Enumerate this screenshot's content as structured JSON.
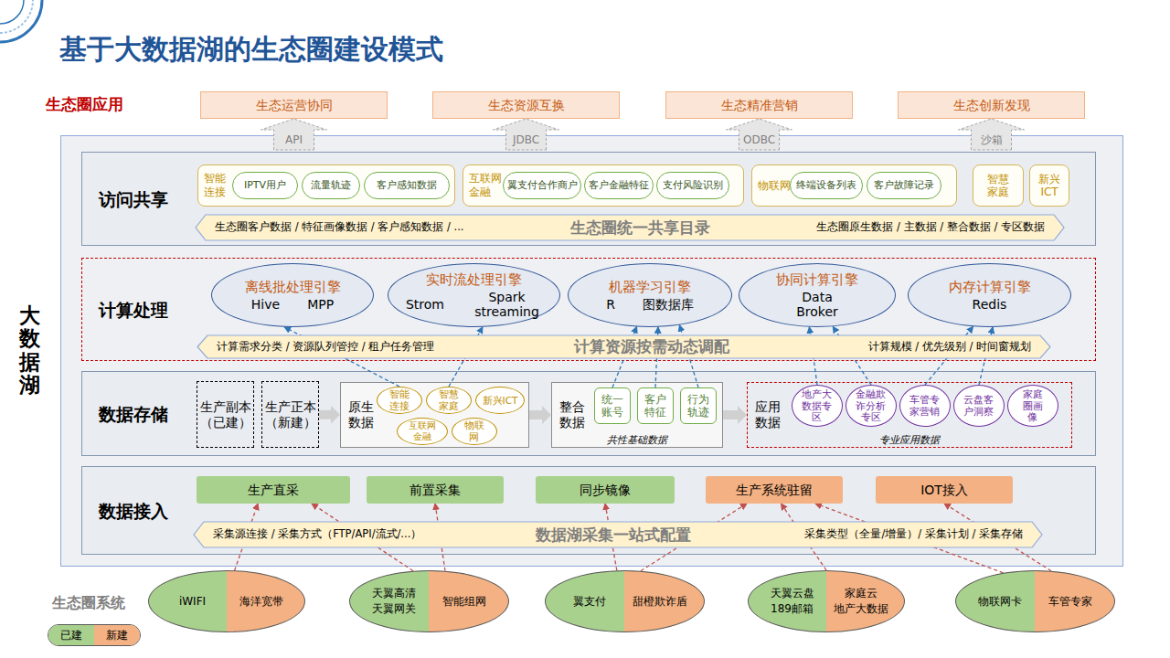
{
  "diagram": {
    "title": "基于大数据湖的生态圈建设模式",
    "nodes": [
      {
        "text": [
          "生态运营协同"
        ]
      },
      {
        "text": [
          "生态资源互换"
        ]
      },
      {
        "text": [
          "生态精准营销"
        ]
      },
      {
        "text": [
          "生态创新发现"
        ]
      },
      {
        "text": [
          "大数据湖"
        ]
      },
      {
        "text": [
          "访问共享"
        ],
        "in": 4
      },
      {
        "text": [
          "智能连接"
        ],
        "in": 5
      },
      {
        "text": [
          "IPTV用户"
        ],
        "in": 6
      },
      {
        "text": [
          "流量轨迹"
        ],
        "in": 6
      },
      {
        "text": [
          "客户感知数据"
        ],
        "in": 6
      },
      {
        "text": [
          "互联网金融"
        ],
        "in": 5
      },
      {
        "text": [
          "翼支付合作商户"
        ],
        "in": 10
      },
      {
        "text": [
          "客户金融特征"
        ],
        "in": 10
      },
      {
        "text": [
          "支付风险识别"
        ],
        "in": 10
      },
      {
        "text": [
          "物联网"
        ],
        "in": 5
      },
      {
        "text": [
          "终端设备列表"
        ],
        "in": 14
      },
      {
        "text": [
          "客户故障记录"
        ],
        "in": 14
      },
      {
        "text": [
          "智慧家庭"
        ],
        "in": 5
      },
      {
        "text": [
          "新兴ICT"
        ],
        "in": 5
      },
      {
        "text": [
          "生态圈客户数据 / 特征画像数据 / 客户感知数据 / ...",
          "生态圈统一共享目录",
          "生态圈原生数据 / 主数据 / 整合数据 / 专区数据"
        ],
        "in": 5
      },
      {
        "text": [
          "计算处理"
        ],
        "in": 4
      },
      {
        "text": [
          "离线批处理引擎",
          "Hive",
          "MPP"
        ],
        "in": 20
      },
      {
        "text": [
          "实时流处理引擎",
          "Strom",
          "Spark streaming"
        ],
        "in": 20
      },
      {
        "text": [
          "机器学习引擎",
          "R",
          "图数据库"
        ],
        "in": 20
      },
      {
        "text": [
          "协同计算引擎",
          "Data Broker"
        ],
        "in": 20
      },
      {
        "text": [
          "内存计算引擎",
          "Redis"
        ],
        "in": 20
      },
      {
        "text": [
          "计算需求分类 / 资源队列管控 / 租户任务管理",
          "计算资源按需动态调配",
          "计算规模 / 优先级别 / 时间窗规划"
        ],
        "in": 20
      },
      {
        "text": [
          "数据存储"
        ],
        "in": 4
      },
      {
        "text": [
          "生产副本",
          "（已建）"
        ],
        "in": 27
      },
      {
        "text": [
          "生产正本",
          "（新建）"
        ],
        "in": 27
      },
      {
        "text": [
          "原生数据"
        ],
        "in": 27
      },
      {
        "text": [
          "智能连接"
        ],
        "in": 30
      },
      {
        "text": [
          "智慧家庭"
        ],
        "in": 30
      },
      {
        "text": [
          "新兴ICT"
        ],
        "in": 30
      },
      {
        "text": [
          "互联网金融"
        ],
        "in": 30
      },
      {
        "text": [
          "物联网"
        ],
        "in": 30
      },
      {
        "text": [
          "整合数据",
          "共性基础数据"
        ],
        "in": 27
      },
      {
        "text": [
          "统一账号"
        ],
        "in": 36
      },
      {
        "text": [
          "客户特征"
        ],
        "in": 36
      },
      {
        "text": [
          "行为轨迹"
        ],
        "in": 36
      },
      {
        "text": [
          "应用数据",
          "专业应用数据"
        ],
        "in": 27
      },
      {
        "text": [
          "地产大数据专区"
        ],
        "in": 40
      },
      {
        "text": [
          "金融欺诈分析专区"
        ],
        "in": 40
      },
      {
        "text": [
          "车管专家营销"
        ],
        "in": 40
      },
      {
        "text": [
          "云盘客户洞察"
        ],
        "in": 40
      },
      {
        "text": [
          "家庭圈画像"
        ],
        "in": 40
      },
      {
        "text": [
          "数据接入"
        ],
        "in": 4
      },
      {
        "text": [
          "生产直采"
        ],
        "in": 46
      },
      {
        "text": [
          "前置采集"
        ],
        "in": 46
      },
      {
        "text": [
          "同步镜像"
        ],
        "in": 46
      },
      {
        "text": [
          "生产系统驻留"
        ],
        "in": 46
      },
      {
        "text": [
          "IOT接入"
        ],
        "in": 46
      },
      {
        "text": [
          "采集源连接 / 采集方式（FTP/API/流式/...）",
          "数据湖采集一站式配置",
          "采集类型（全量/增量）/ 采集计划 / 采集存储"
        ],
        "in": 46
      },
      {
        "text": [
          "iWIFI",
          "海洋宽带"
        ]
      },
      {
        "text": [
          "天翼高清 天翼网关",
          "智能组网"
        ]
      },
      {
        "text": [
          "翼支付",
          "甜橙欺诈盾"
        ]
      },
      {
        "text": [
          "天翼云盘 189邮箱",
          "家庭云 地产大数据"
        ]
      },
      {
        "text": [
          "物联网卡",
          "车管专家"
        ]
      }
    ],
    "edges": [
      {
        "from": 4,
        "to": 0,
        "arrow": "to",
        "label": "API"
      },
      {
        "from": 4,
        "to": 1,
        "arrow": "to",
        "label": "JDBC"
      },
      {
        "from": 4,
        "to": 2,
        "arrow": "to",
        "label": "ODBC"
      },
      {
        "from": 4,
        "to": 3,
        "arrow": "to",
        "label": "沙箱"
      },
      {
        "from": 29,
        "to": 30,
        "arrow": "to"
      },
      {
        "from": 30,
        "to": 36,
        "arrow": "to"
      },
      {
        "from": 36,
        "to": 40,
        "arrow": "to"
      },
      {
        "from": 31,
        "to": 21,
        "arrow": "to"
      },
      {
        "from": 32,
        "to": 22,
        "arrow": "to"
      },
      {
        "from": 37,
        "to": 23,
        "arrow": "to"
      },
      {
        "from": 38,
        "to": 23,
        "arrow": "to"
      },
      {
        "from": 39,
        "to": 23,
        "arrow": "to"
      },
      {
        "from": 41,
        "to": 24,
        "arrow": "to"
      },
      {
        "from": 42,
        "to": 24,
        "arrow": "to"
      },
      {
        "from": 43,
        "to": 25,
        "arrow": "to"
      },
      {
        "from": 44,
        "to": 25,
        "arrow": "to"
      },
      {
        "from": 53,
        "to": 47,
        "arrow": "to"
      },
      {
        "from": 54,
        "to": 47,
        "arrow": "to"
      },
      {
        "from": 54,
        "to": 48,
        "arrow": "to"
      },
      {
        "from": 55,
        "to": 49,
        "arrow": "to"
      },
      {
        "from": 55,
        "to": 50,
        "arrow": "to"
      },
      {
        "from": 56,
        "to": 50,
        "arrow": "to"
      },
      {
        "from": 57,
        "to": 50,
        "arrow": "to"
      },
      {
        "from": 57,
        "to": 51,
        "arrow": "to"
      }
    ],
    "labels": [
      "生态圈应用",
      "生态圈系统"
    ],
    "legend": [
      {
        "text": "已建",
        "color": "#a9d18e"
      },
      {
        "text": "新建",
        "color": "#f4b183"
      }
    ]
  }
}
